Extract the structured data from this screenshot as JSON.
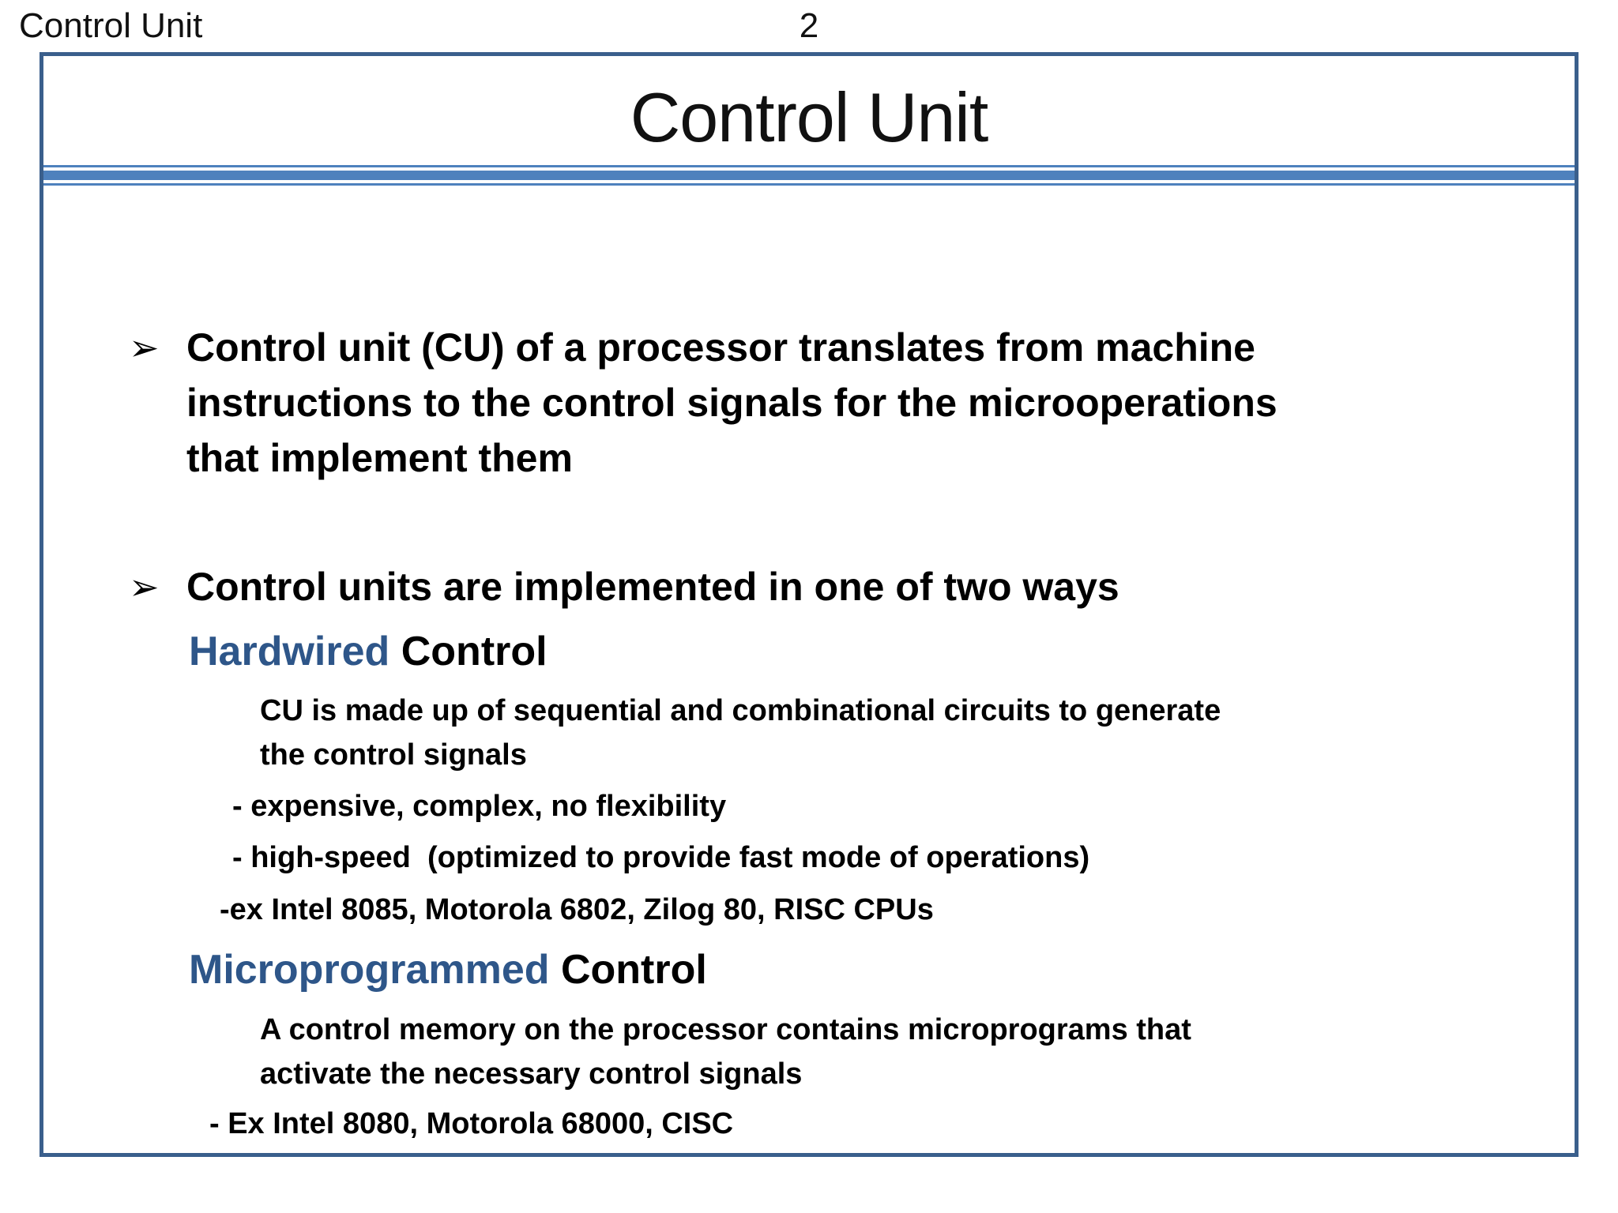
{
  "page_header": {
    "title": "Control Unit",
    "page_number": "2"
  },
  "slide": {
    "title": "Control Unit",
    "bullet_glyph": "➢",
    "bullets": [
      {
        "lines": [
          "Control unit (CU) of a processor translates from machine",
          "instructions to the control signals for the microoperations",
          "that implement them"
        ]
      },
      {
        "lines": [
          "Control units are implemented in one of two ways"
        ]
      }
    ],
    "sections": [
      {
        "heading_accent": "Hardwired",
        "heading_rest": " Control",
        "desc_lines": [
          "CU is made up of sequential and combinational circuits to generate",
          "the control signals"
        ],
        "points": [
          "- expensive, complex, no flexibility",
          "- high-speed  (optimized to provide fast mode of operations)",
          "-ex Intel 8085, Motorola 6802, Zilog 80, RISC CPUs"
        ]
      },
      {
        "heading_accent": "Microprogrammed",
        "heading_rest": " Control",
        "desc_lines": [
          "A control memory on the processor contains microprograms that",
          "activate the necessary control signals"
        ],
        "points": [
          "- Ex Intel 8080, Motorola 68000, CISC"
        ]
      }
    ]
  },
  "colors": {
    "accent_blue": "#2E5689",
    "frame_border": "#3A5F8C",
    "separator_blue": "#4E81BD"
  }
}
